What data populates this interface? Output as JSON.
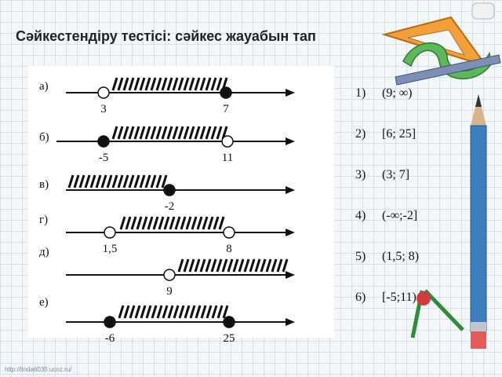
{
  "title": "Сәйкестендіру тестісі:  сәйкес жауабын тап",
  "items": [
    {
      "label": "а)",
      "ticks": [
        {
          "text": "3",
          "dot": "open"
        },
        {
          "text": "7",
          "dot": "filled"
        }
      ],
      "shade": "between"
    },
    {
      "label": "б)",
      "ticks": [
        {
          "text": "-5",
          "dot": "filled"
        },
        {
          "text": "11",
          "dot": "open"
        }
      ],
      "shade": "between"
    },
    {
      "label": "в)",
      "ticks": [
        {
          "text": "-2",
          "dot": "filled"
        }
      ],
      "shade": "left"
    },
    {
      "label": "г)",
      "ticks": [
        {
          "text": "1,5",
          "dot": "open"
        },
        {
          "text": "8",
          "dot": "open"
        }
      ],
      "shade": "between"
    },
    {
      "label": "д)",
      "ticks": [
        {
          "text": "9",
          "dot": "open"
        }
      ],
      "shade": "right"
    },
    {
      "label": "е)",
      "ticks": [
        {
          "text": "-6",
          "dot": "filled"
        },
        {
          "text": "25",
          "dot": "filled"
        }
      ],
      "shade": "between"
    }
  ],
  "answers": [
    {
      "num": "1)",
      "value": "(9; ∞)"
    },
    {
      "num": "2)",
      "value": "[6; 25]"
    },
    {
      "num": "3)",
      "value": "(3; 7]"
    },
    {
      "num": "4)",
      "value": "(-∞;-2]"
    },
    {
      "num": "5)",
      "value": "(1,5; 8)"
    },
    {
      "num": "6)",
      "value": "[-5;11)"
    }
  ],
  "footer": "http://linda6035.ucoz.ru/",
  "colors": {
    "line": "#111111",
    "hatch": "#111111",
    "background": "#ffffff",
    "paper_grid": "#d7e1ea"
  },
  "decorations": [
    "triangle-ruler-icon",
    "curve-ruler-icon",
    "pencil-icon",
    "compass-icon",
    "sharpener-icon"
  ]
}
